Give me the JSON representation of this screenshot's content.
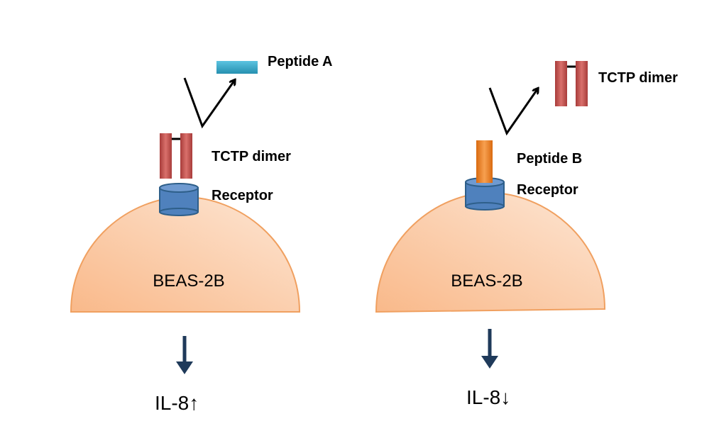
{
  "panels": {
    "left": {
      "cell_label": "BEAS-2B",
      "receptor_label": "Receptor",
      "bound_label": "TCTP dimer",
      "released_label": "Peptide A",
      "output_label": "IL-8↑"
    },
    "right": {
      "cell_label": "BEAS-2B",
      "receptor_label": "Receptor",
      "bound_label": "Peptide B",
      "released_label": "TCTP dimer",
      "output_label": "IL-8↓"
    }
  },
  "colors": {
    "cell_fill_light": "#fde3cf",
    "cell_fill_dark": "#f9b98a",
    "cell_stroke": "#f0a060",
    "receptor_fill": "#4f81bd",
    "receptor_stroke": "#2e5f8a",
    "tctp_fill": "#c0504d",
    "tctp_light": "#d9706c",
    "peptide_a_fill": "#31a7c8",
    "peptide_b_fill": "#f0801e",
    "arrow_dark": "#1f3a5a"
  }
}
